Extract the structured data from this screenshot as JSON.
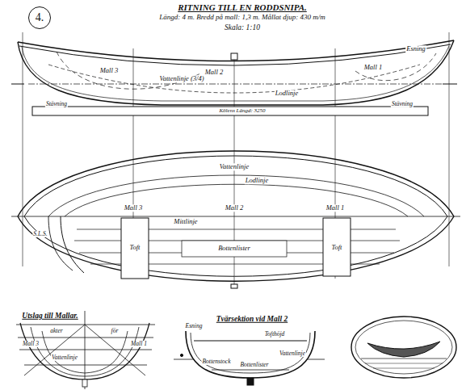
{
  "diagram": {
    "title": "RITNING TILL EN RODDSNIPA.",
    "nodes": [
      {
        "text": [
          "4."
        ]
      }
    ],
    "labels": [
      "Längd: 4 m. Bredd på mall: 1,3 m. Mållat djup: 430 m/m",
      "Skala: 1:10",
      "Esning",
      "Mall 3",
      "Mall 2",
      "Mall 1",
      "Vattenlinje (3/4)",
      "Lodlinje",
      "Stävning",
      "Kölens Längd: 3250",
      "Stävning",
      "Vattenlinje",
      "Lodlinje",
      "Mall 3",
      "Mall 2",
      "Mall 1",
      "Mittlinje",
      "S.L.S.",
      "Toft",
      "Bottenlister",
      "Toft",
      "Utslag till Mallar.",
      "akter",
      "för",
      "Mall 3",
      "Mall 1",
      "Vattenlinje",
      "Tvärsektion vid Mall 2",
      "Esning",
      "Tofthöjd",
      "Bottenstock",
      "Bottenlister",
      "Vattenlinje"
    ]
  }
}
